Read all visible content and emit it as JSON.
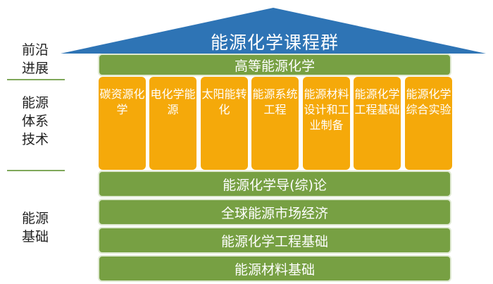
{
  "roof": {
    "title": "能源化学课程群",
    "color": "#2e74b5"
  },
  "frontier_bar": {
    "label": "高等能源化学"
  },
  "pillars": [
    {
      "label": "碳资源化学"
    },
    {
      "label": "电化学能源"
    },
    {
      "label": "太阳能转化"
    },
    {
      "label": "能源系统工程"
    },
    {
      "label": "能源材料设计和工业制备"
    },
    {
      "label": "能源化学工程基础"
    },
    {
      "label": "能源化学综合实验"
    }
  ],
  "foundation_bars": [
    {
      "label": "能源化学导(综)论"
    },
    {
      "label": "全球能源市场经济"
    },
    {
      "label": "能源化学工程基础"
    },
    {
      "label": "能源材料基础"
    }
  ],
  "side_labels": {
    "frontier": [
      "前沿",
      "进展"
    ],
    "technology": [
      "能源",
      "体系",
      "技术"
    ],
    "foundation": [
      "能源",
      "基础"
    ]
  },
  "colors": {
    "green": "#77a043",
    "orange": "#f5a90a",
    "blue": "#2e74b5"
  }
}
